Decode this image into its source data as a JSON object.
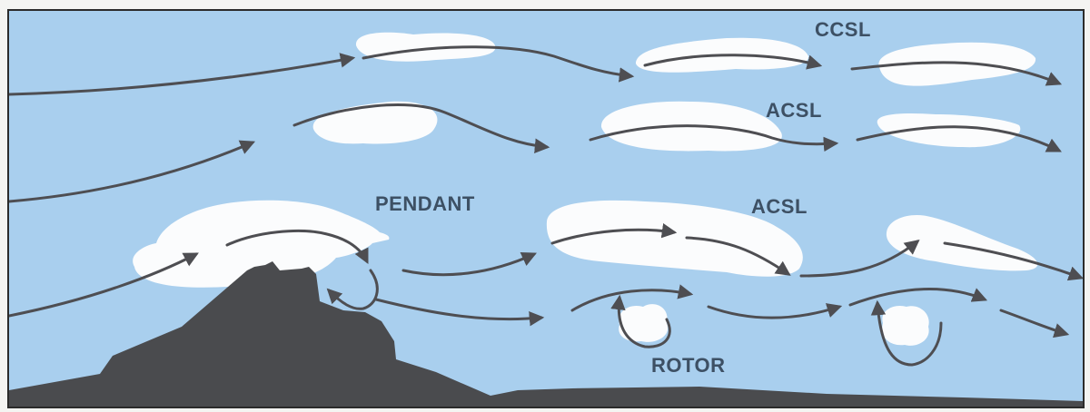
{
  "labels": {
    "ccsl": "CCSL",
    "acsl_upper": "ACSL",
    "pendant": "PENDANT",
    "acsl_lower": "ACSL",
    "rotor": "ROTOR"
  },
  "colors": {
    "sky": "#a9cfee",
    "cloud": "#fbfcfd",
    "mountain": "#4a4b4e",
    "arrow": "#4e4e52",
    "label": "#3d5064"
  }
}
